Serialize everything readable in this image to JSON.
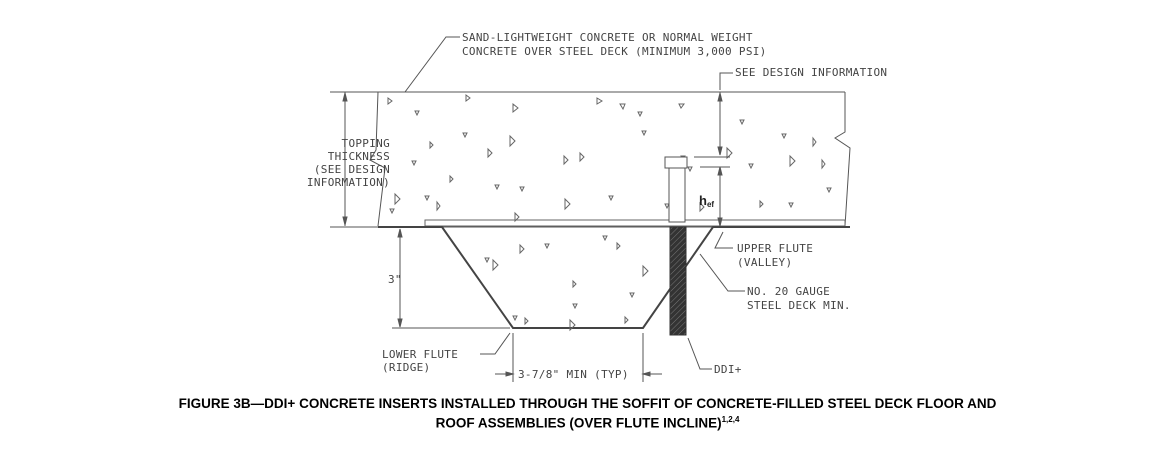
{
  "labels": {
    "concrete_line1": "SAND-LIGHTWEIGHT CONCRETE OR NORMAL WEIGHT",
    "concrete_line2": "CONCRETE OVER STEEL DECK (MINIMUM 3,000 PSI)",
    "see_design": "SEE DESIGN INFORMATION",
    "topping_1": "TOPPING",
    "topping_2": "THICKNESS",
    "topping_3": "(SEE DESIGN",
    "topping_4": "INFORMATION)",
    "hef_main": "h",
    "hef_sub": "ef",
    "upper_flute_1": "UPPER FLUTE",
    "upper_flute_2": "(VALLEY)",
    "gauge_1": "NO. 20 GAUGE",
    "gauge_2": "STEEL DECK MIN.",
    "three_inch": "3\"",
    "lower_flute_1": "LOWER FLUTE",
    "lower_flute_2": "(RIDGE)",
    "min_width": "3-7/8\" MIN (TYP)",
    "ddi": "DDI+"
  },
  "caption": {
    "line1": "FIGURE 3B—DDI+ CONCRETE INSERTS INSTALLED THROUGH THE SOFFIT OF CONCRETE-FILLED STEEL DECK FLOOR AND",
    "line2": "ROOF ASSEMBLIES (OVER FLUTE INCLINE)",
    "superscript": "1,2,4"
  }
}
